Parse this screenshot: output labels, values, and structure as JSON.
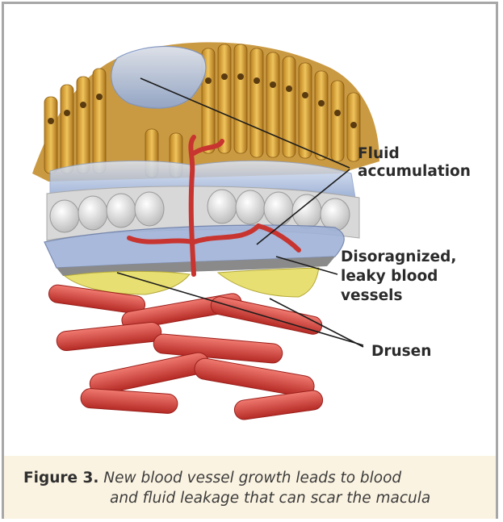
{
  "labels": {
    "fluid_line1": "Fluid",
    "fluid_line2": "accumulation",
    "vessels_line1": "Disoragnized,",
    "vessels_line2": "leaky blood",
    "vessels_line3": "vessels",
    "drusen": "Drusen"
  },
  "caption": {
    "figure_number": "Figure 3.",
    "text_line1": "New blood vessel growth leads to blood",
    "text_line2": "and fluid leakage that can scar the macula"
  },
  "colors": {
    "frame": "#a7a7a7",
    "caption_background": "#fbf3e1",
    "photoreceptors": "#d9a441",
    "fluid": "#b8c8e6",
    "epithelium": "#e6e6e6",
    "vessels": "#d9403a",
    "drusen": "#e8e07a"
  }
}
